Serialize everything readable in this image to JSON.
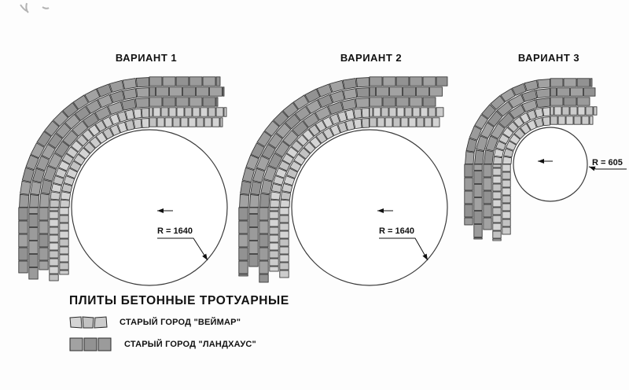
{
  "variants": [
    {
      "title": "ВАРИАНТ 1",
      "radius_label": "R = 1640"
    },
    {
      "title": "ВАРИАНТ 2",
      "radius_label": "R = 1640"
    },
    {
      "title": "ВАРИАНТ 3",
      "radius_label": "R = 605"
    }
  ],
  "legend": {
    "heading": "ПЛИТЫ БЕТОННЫЕ ТРОТУАРНЫЕ",
    "items": [
      {
        "label": "СТАРЫЙ ГОРОД \"ВЕЙМАР\"",
        "type": "light"
      },
      {
        "label": "СТАРЫЙ ГОРОД \"ЛАНДХАУС\"",
        "type": "dark"
      }
    ]
  },
  "colors": {
    "tile_light_shades": [
      "#d4d4d4",
      "#c2c2c2",
      "#cccccc"
    ],
    "tile_dark_shades": [
      "#a2a2a2",
      "#929292",
      "#9b9b9b"
    ],
    "outline": "#2b2b2b",
    "circle_stroke": "#3a3a3a",
    "arrow": "#111111"
  }
}
